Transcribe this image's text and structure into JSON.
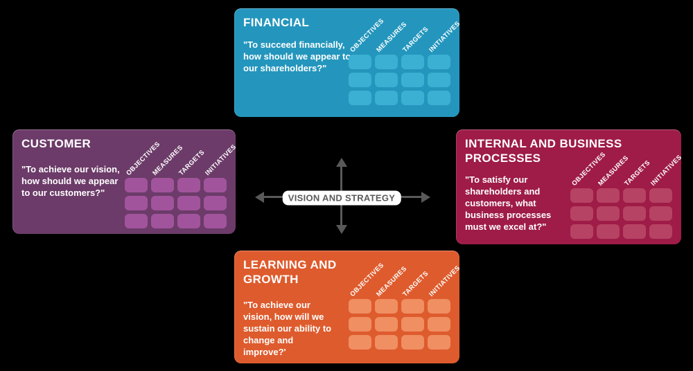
{
  "background_color": "#000000",
  "grid_columns": [
    "OBJECTIVES",
    "MEASURES",
    "TARGETS",
    "INITIATIVES"
  ],
  "grid": {
    "rows": 3,
    "cols": 4
  },
  "center": {
    "label": "VISION AND STRATEGY",
    "arrow_color": "#595959",
    "pill_background": "#ffffff",
    "text_color": "#595959"
  },
  "quadrants": [
    {
      "id": "financial",
      "title": "FINANCIAL",
      "question": "\"To succeed financially, how should we appear to our shareholders?\"",
      "base_color": "#2496BD",
      "cell_color": "#3BB0D3"
    },
    {
      "id": "customer",
      "title": "CUSTOMER",
      "question": "\"To achieve our vision, how should we appear to our customers?\"",
      "base_color": "#6C3B69",
      "cell_color": "#A1549C"
    },
    {
      "id": "internal",
      "title": "INTERNAL AND BUSINESS PROCESSES",
      "question": "\"To satisfy our shareholders and customers, what business processes must we excel at?\"",
      "base_color": "#9E1C47",
      "cell_color": "#B64363"
    },
    {
      "id": "learning",
      "title": "LEARNING AND GROWTH",
      "question": "\"To achieve our vision, how will we sustain our ability to change and improve?'",
      "base_color": "#DE5B2D",
      "cell_color": "#EF8F62"
    }
  ]
}
